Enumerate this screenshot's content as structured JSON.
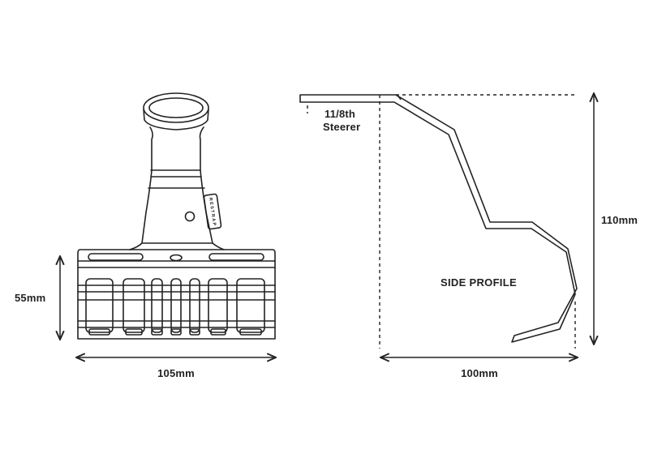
{
  "brand_mark": "RESTRAP",
  "front_view": {
    "height_label": "55mm",
    "width_label": "105mm"
  },
  "side_view": {
    "caption": "SIDE PROFILE",
    "steerer_label_line1": "11/8th",
    "steerer_label_line2": "Steerer",
    "height_label": "110mm",
    "width_label": "100mm"
  },
  "colors": {
    "line": "#222222",
    "background": "#ffffff"
  }
}
